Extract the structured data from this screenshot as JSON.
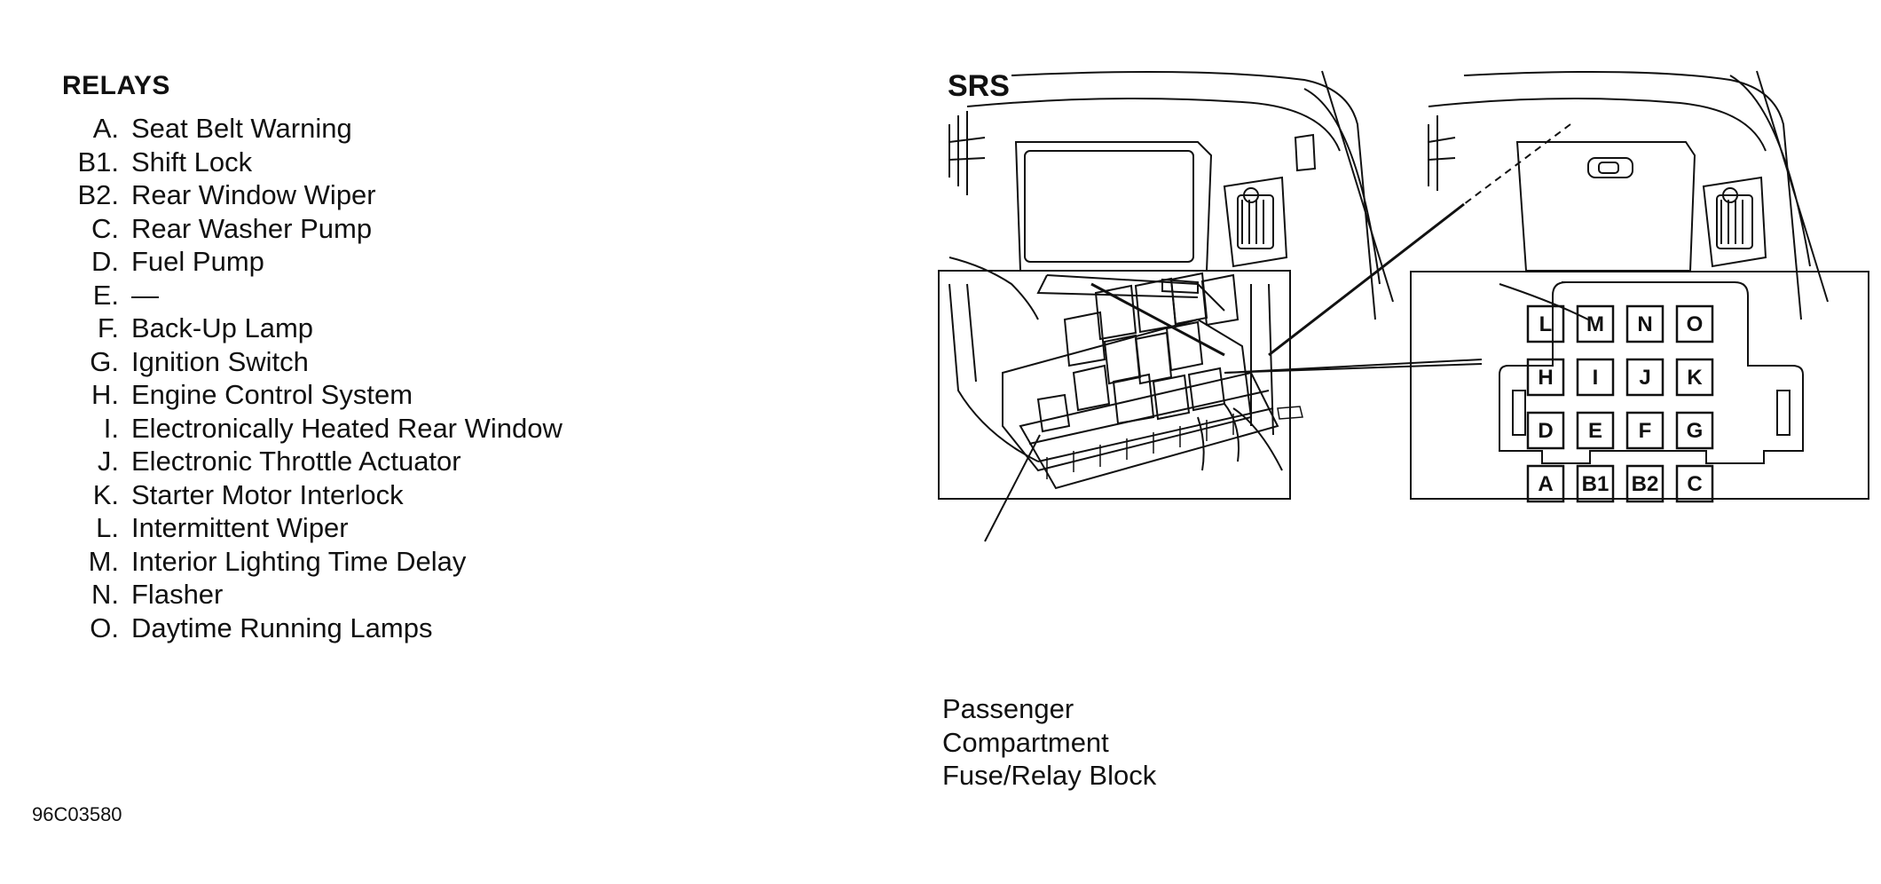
{
  "relays": {
    "title": "RELAYS",
    "items": [
      {
        "letter": "A.",
        "name": "Seat Belt Warning"
      },
      {
        "letter": "B1.",
        "name": "Shift Lock"
      },
      {
        "letter": "B2.",
        "name": "Rear Window Wiper"
      },
      {
        "letter": "C.",
        "name": "Rear Washer Pump"
      },
      {
        "letter": "D.",
        "name": "Fuel Pump"
      },
      {
        "letter": "E.",
        "name": "—"
      },
      {
        "letter": "F.",
        "name": "Back-Up Lamp"
      },
      {
        "letter": "G.",
        "name": "Ignition Switch"
      },
      {
        "letter": "H.",
        "name": "Engine Control System"
      },
      {
        "letter": "I.",
        "name": "Electronically Heated Rear Window"
      },
      {
        "letter": "J.",
        "name": "Electronic Throttle Actuator"
      },
      {
        "letter": "K.",
        "name": "Starter Motor Interlock"
      },
      {
        "letter": "L.",
        "name": "Intermittent Wiper"
      },
      {
        "letter": "M.",
        "name": "Interior Lighting Time Delay"
      },
      {
        "letter": "N.",
        "name": "Flasher"
      },
      {
        "letter": "O.",
        "name": "Daytime Running Lamps"
      }
    ]
  },
  "figure_id": "96C03580",
  "diagram": {
    "srs_label": "SRS",
    "callout_lines": [
      "Passenger",
      "Compartment",
      "Fuse/Relay Block"
    ],
    "relay_grid": [
      [
        "L",
        "M",
        "N",
        "O"
      ],
      [
        "H",
        "I",
        "J",
        "K"
      ],
      [
        "D",
        "E",
        "F",
        "G"
      ],
      [
        "A",
        "B1",
        "B2",
        "C"
      ]
    ]
  }
}
